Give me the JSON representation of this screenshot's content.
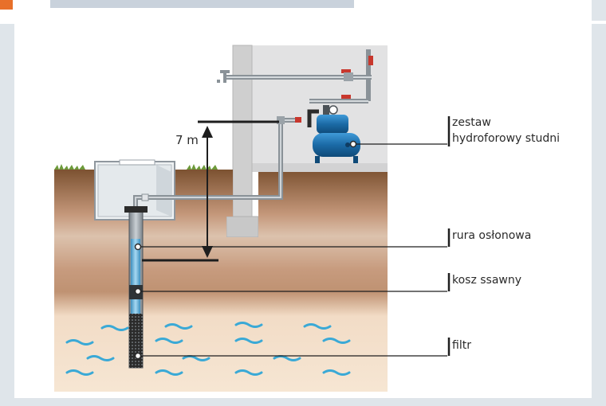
{
  "labels": {
    "height": "7 m",
    "pump_set_line1": "zestaw",
    "pump_set_line2": "hydroforowy studni",
    "casing_pipe": "rura osłonowa",
    "suction_basket": "kosz ssawny",
    "filter": "filtr"
  },
  "colors": {
    "accent": "#e8702a",
    "water": "#3aa9d6",
    "pump": "#1a6fa8"
  }
}
